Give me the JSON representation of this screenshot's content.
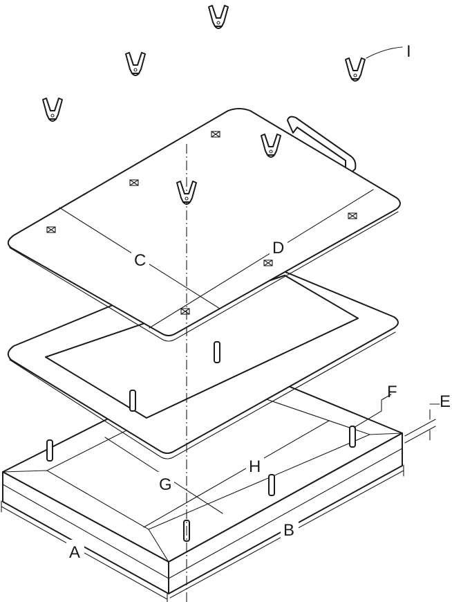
{
  "labels": {
    "a": "A",
    "b": "B",
    "c": "C",
    "d": "D",
    "e": "E",
    "f": "F",
    "g": "G",
    "h": "H",
    "i": "I"
  }
}
